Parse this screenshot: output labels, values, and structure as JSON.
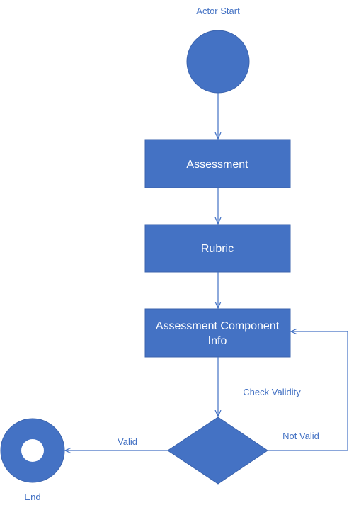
{
  "colors": {
    "accent": "#4472c4",
    "node_fill": "#4472c4",
    "text_on_node": "#ffffff",
    "background": "#ffffff"
  },
  "start": {
    "label": "Actor Start"
  },
  "nodes": {
    "assessment": "Assessment",
    "rubric": "Rubric",
    "component_line1": "Assessment Component",
    "component_line2": "Info"
  },
  "edges": {
    "check_validity": "Check Validity",
    "valid": "Valid",
    "not_valid": "Not Valid"
  },
  "end": {
    "label": "End"
  }
}
